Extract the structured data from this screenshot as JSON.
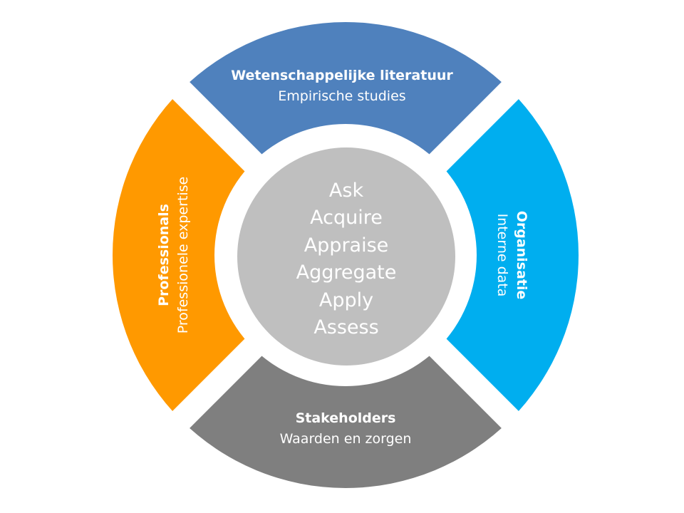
{
  "diagram": {
    "type": "evidence-based-practice-cycle",
    "core": {
      "color": "#BFBFBF",
      "steps": [
        "Ask",
        "Acquire",
        "Appraise",
        "Aggregate",
        "Apply",
        "Assess"
      ]
    },
    "segments": [
      {
        "id": "top",
        "title": "Wetenschappelijke literatuur",
        "subtitle": "Empirische studies",
        "color": "#4F81BD"
      },
      {
        "id": "right",
        "title": "Organisatie",
        "subtitle": "Interne data",
        "color": "#00AEEF"
      },
      {
        "id": "bottom",
        "title": "Stakeholders",
        "subtitle": "Waarden en zorgen",
        "color": "#7F7F7F"
      },
      {
        "id": "left",
        "title": "Professionals",
        "subtitle": "Professionele expertise",
        "color": "#FF9900"
      }
    ]
  }
}
